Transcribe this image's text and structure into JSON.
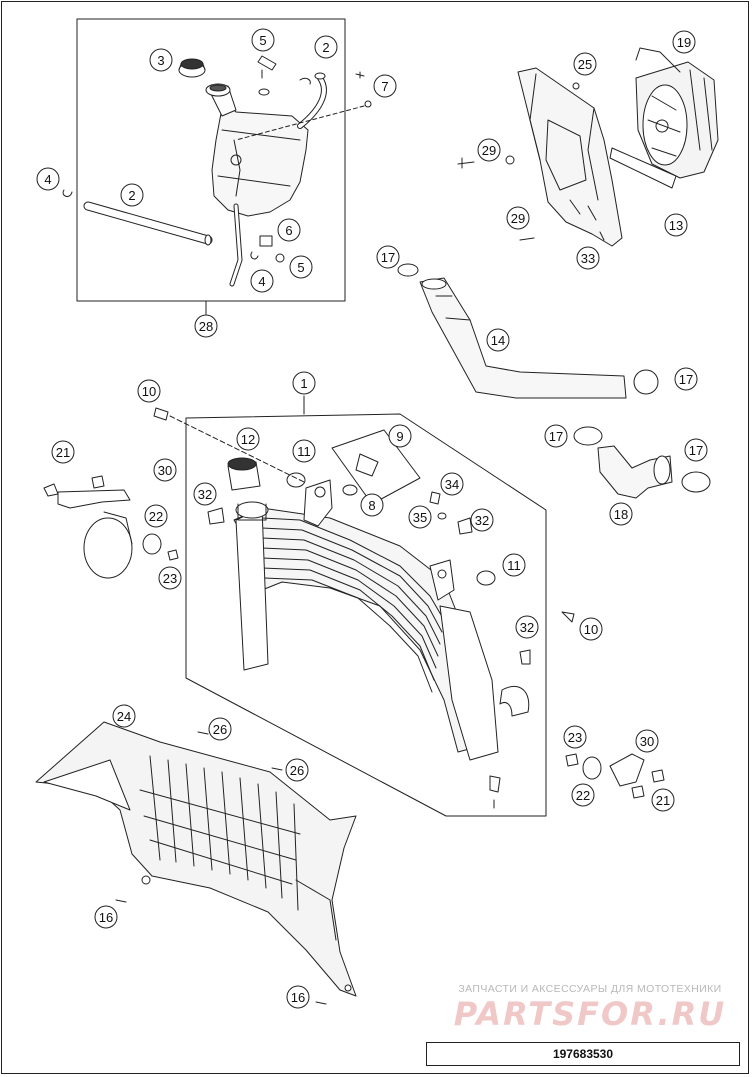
{
  "diagram": {
    "callouts": {
      "c1": "1",
      "c2a": "2",
      "c2b": "2",
      "c3": "3",
      "c4a": "4",
      "c4b": "4",
      "c5a": "5",
      "c5b": "5",
      "c6": "6",
      "c7": "7",
      "c8": "8",
      "c9": "9",
      "c10a": "10",
      "c10b": "10",
      "c11a": "11",
      "c11b": "11",
      "c12": "12",
      "c13": "13",
      "c14": "14",
      "c16a": "16",
      "c16b": "16",
      "c17a": "17",
      "c17b": "17",
      "c17c": "17",
      "c17d": "17",
      "c18": "18",
      "c19": "19",
      "c21a": "21",
      "c21b": "21",
      "c22a": "22",
      "c22b": "22",
      "c23a": "23",
      "c23b": "23",
      "c24": "24",
      "c25": "25",
      "c26a": "26",
      "c26b": "26",
      "c28": "28",
      "c29a": "29",
      "c29b": "29",
      "c30a": "30",
      "c30b": "30",
      "c32a": "32",
      "c32b": "32",
      "c32c": "32",
      "c33": "33",
      "c34": "34",
      "c35": "35"
    },
    "line_color": "#222222"
  },
  "watermark": {
    "tagline": "ЗАПЧАСТИ И АКСЕССУАРЫ ДЛЯ МОТОТЕХНИКИ",
    "brand": "PARTSFOR.RU"
  },
  "reference_number": "197683530"
}
